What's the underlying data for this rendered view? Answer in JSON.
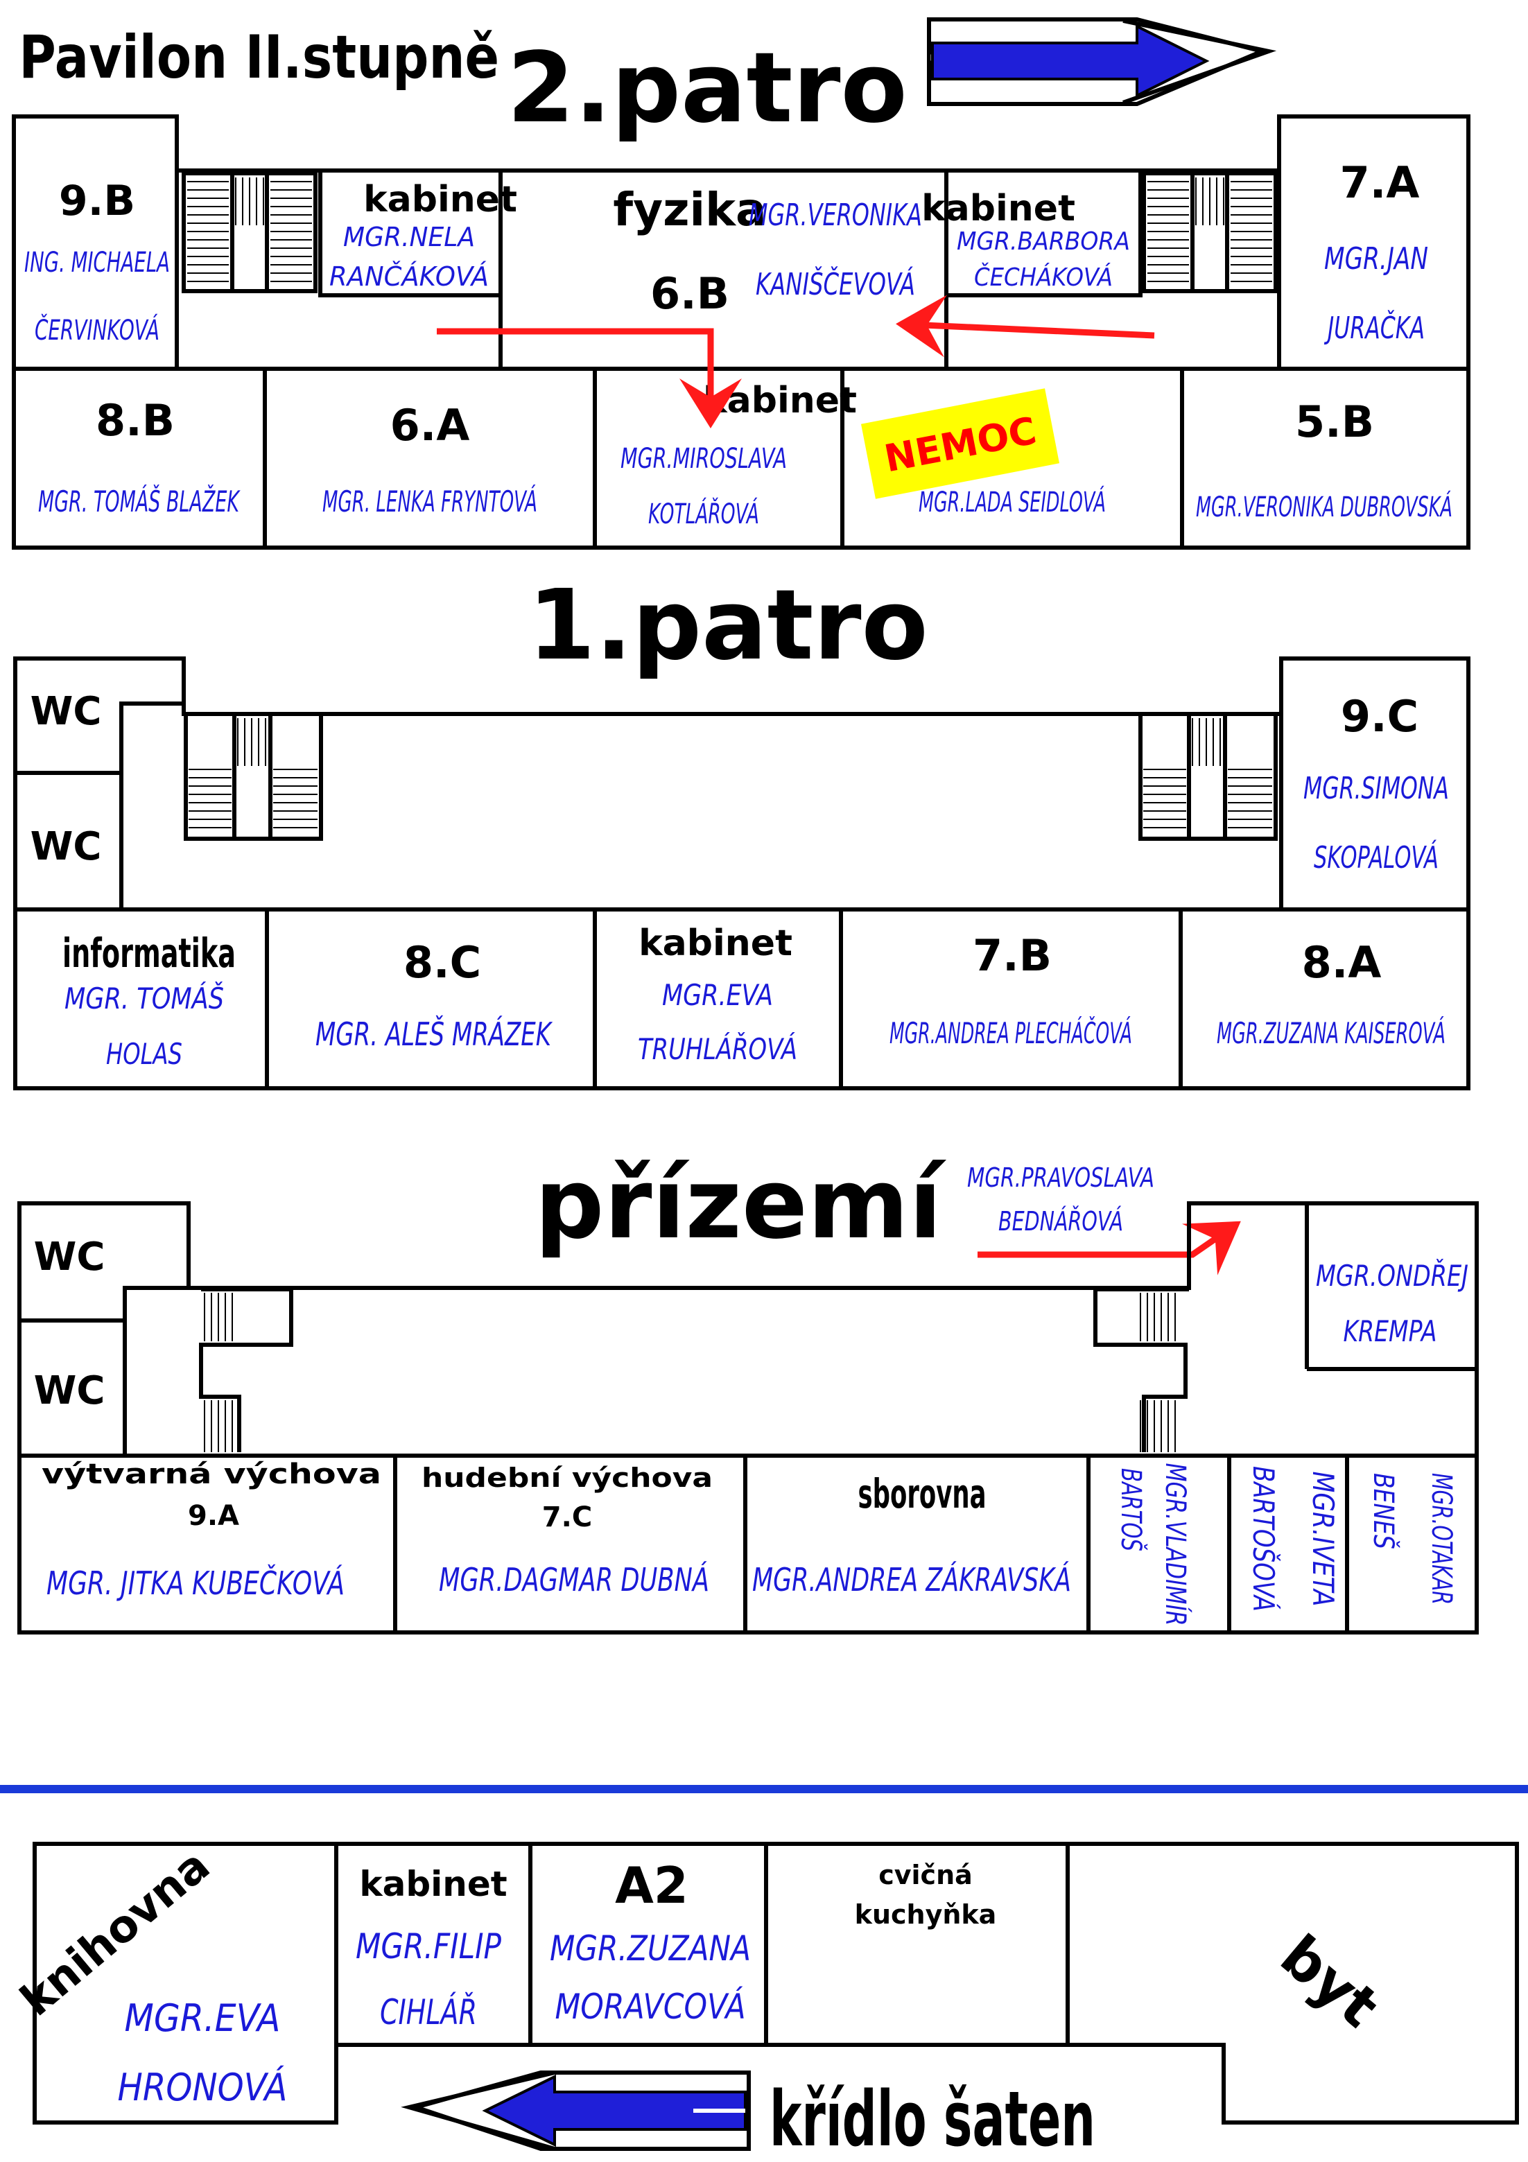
{
  "title": "Pavilon II.stupně",
  "floors": {
    "floor2": "2.patro",
    "floor1": "1.patro",
    "ground": "přízemí"
  },
  "wing": "křídlo šaten",
  "colors": {
    "teacher": "#1a1ad8",
    "arrow": "#ff1a1a",
    "sick_bg": "#ffff00",
    "sick_text": "#ff0000",
    "divider": "#1a3ad8"
  },
  "floor2": {
    "r9B": {
      "label": "9.B",
      "t1": "ING. MICHAELA",
      "t2": "ČERVINKOVÁ"
    },
    "kab1": {
      "label": "kabinet",
      "t1": "MGR.NELA",
      "t2": "RANČÁKOVÁ"
    },
    "fyz": {
      "label": "fyzika",
      "class": "6.B",
      "t1": "MGR.VERONIKA",
      "t2": "KANIŠČEVOVÁ"
    },
    "kab2": {
      "label": "kabinet",
      "t1": "MGR.BARBORA",
      "t2": "ČECHÁKOVÁ"
    },
    "r7A": {
      "label": "7.A",
      "t1": "MGR.JAN",
      "t2": "JURAČKA"
    },
    "r8B": {
      "label": "8.B",
      "t1": "MGR. TOMÁŠ BLAŽEK"
    },
    "r6A": {
      "label": "6.A",
      "t1": "MGR. LENKA FRYNTOVÁ"
    },
    "kab3": {
      "label": "kabinet",
      "t1": "MGR.MIROSLAVA",
      "t2": "KOTLÁŘOVÁ"
    },
    "sick": {
      "t1": "MGR.LADA SEIDLOVÁ",
      "badge": "NEMOC"
    },
    "r5B": {
      "label": "5.B",
      "t1": "MGR.VERONIKA DUBROVSKÁ"
    }
  },
  "floor1": {
    "wc1": "WC",
    "wc2": "WC",
    "r9C": {
      "label": "9.C",
      "t1": "MGR.SIMONA",
      "t2": "SKOPALOVÁ"
    },
    "inf": {
      "label": "informatika",
      "t1": "MGR. TOMÁŠ",
      "t2": "HOLAS"
    },
    "r8C": {
      "label": "8.C",
      "t1": "MGR. ALEŠ MRÁZEK"
    },
    "kab": {
      "label": "kabinet",
      "t1": "MGR.EVA",
      "t2": "TRUHLÁŘOVÁ"
    },
    "r7B": {
      "label": "7.B",
      "t1": "MGR.ANDREA PLECHÁČOVÁ"
    },
    "r8A": {
      "label": "8.A",
      "t1": "MGR.ZUZANA KAISEROVÁ"
    }
  },
  "ground": {
    "wc1": "WC",
    "wc2": "WC",
    "pointer": {
      "t1": "MGR.PRAVOSLAVA",
      "t2": "BEDNÁŘOVÁ"
    },
    "krempa": {
      "t1": "MGR.ONDŘEJ",
      "t2": "KREMPA"
    },
    "vv": {
      "label": "výtvarná výchova",
      "class": "9.A",
      "t1": "MGR. JITKA KUBEČKOVÁ"
    },
    "hv": {
      "label": "hudební výchova",
      "class": "7.C",
      "t1": "MGR.DAGMAR DUBNÁ"
    },
    "sbor": {
      "label": "sborovna",
      "t1": "MGR.ANDREA ZÁKRAVSKÁ"
    },
    "v1": {
      "t1": "MGR.VLADIMÍR",
      "t2": "BARTOŠ"
    },
    "v2": {
      "t1": "MGR.IVETA",
      "t2": "BARTOŠOVÁ"
    },
    "v3": {
      "t1": "MGR.OTAKAR",
      "t2": "BENEŠ"
    }
  },
  "wing_rooms": {
    "knih": {
      "label": "knihovna",
      "t1": "MGR.EVA",
      "t2": "HRONOVÁ"
    },
    "kab": {
      "label": "kabinet",
      "t1": "MGR.FILIP",
      "t2": "CIHLÁŘ"
    },
    "a2": {
      "label": "A2",
      "t1": "MGR.ZUZANA",
      "t2": "MORAVCOVÁ"
    },
    "kuch": {
      "l1": "cvičná",
      "l2": "kuchyňka"
    },
    "byt": "byt"
  }
}
